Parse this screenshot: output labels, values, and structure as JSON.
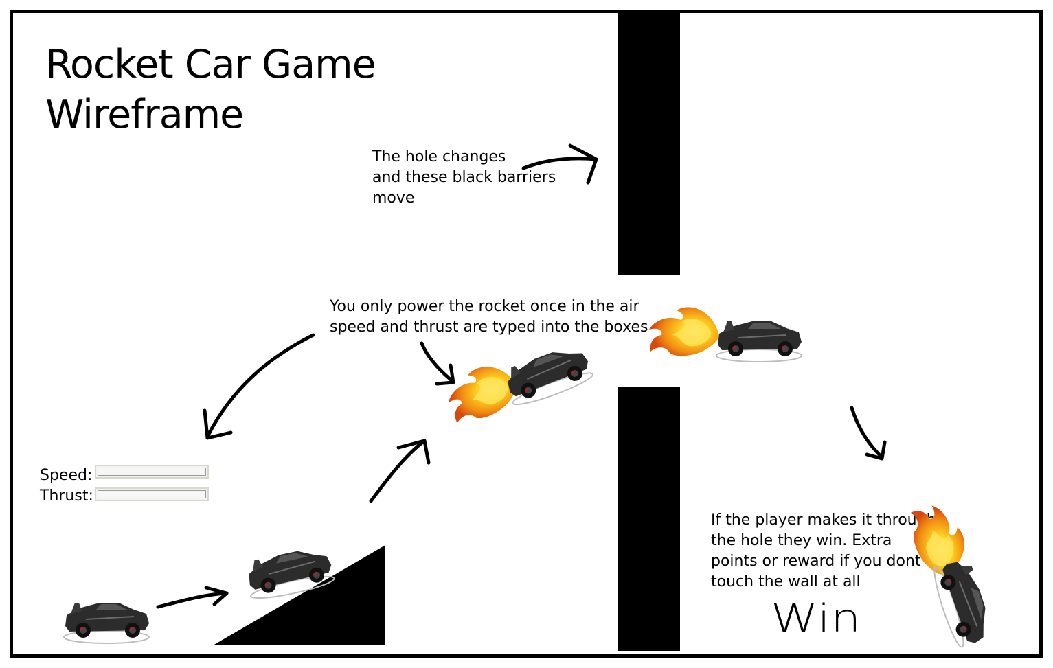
{
  "title": {
    "line1": "Rocket Car Game",
    "line2": "Wireframe"
  },
  "notes": {
    "barriers": [
      "The hole changes",
      "and these black barriers",
      "move"
    ],
    "rocket": [
      "You only power the rocket once in the air",
      "speed and thrust are typed into the boxes"
    ],
    "win_condition": [
      "If the player makes it through",
      "the hole they win. Extra",
      "points or reward if you dont",
      "touch the wall at all"
    ]
  },
  "inputs": {
    "speed_label": "Speed:",
    "speed_value": "",
    "thrust_label": "Thrust:",
    "thrust_value": ""
  },
  "win_text": "Win",
  "colors": {
    "ink": "#000000",
    "background": "#ffffff",
    "flame_outer": "#e8630a",
    "flame_inner": "#ffd21f",
    "car_body": "#2a2a2a"
  },
  "icons": [
    "rocket-car-icon",
    "flame-icon",
    "arrow-icon",
    "ramp-icon"
  ]
}
